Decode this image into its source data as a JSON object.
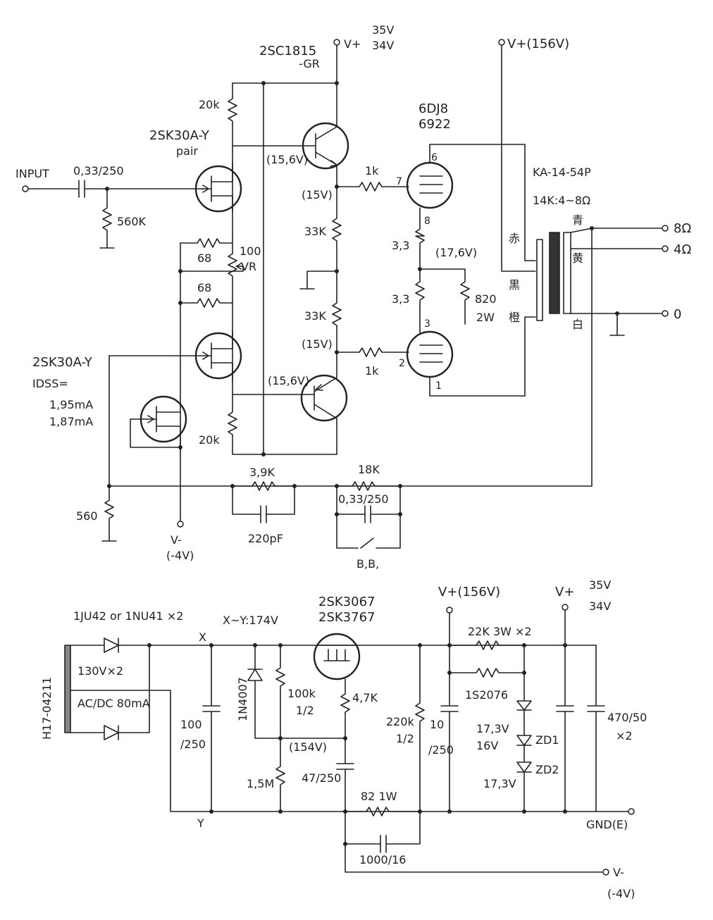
{
  "labels": {
    "q_2sc1815": "2SC1815",
    "q_2sc1815_sub": "-GR",
    "vplus_top": "V+",
    "v35": "35V",
    "v34": "34V",
    "vplus_156": "V+(156V)",
    "tube_6dj8": "6DJ8",
    "tube_6922": "6922",
    "jfet_pair": "2SK30A-Y",
    "jfet_pair_sub": "pair",
    "input": "INPUT",
    "c_input": "0,33/250",
    "r_560k": "560K",
    "r_20k_top": "20k",
    "r_20k_bot": "20k",
    "r_68_a": "68",
    "r_68_b": "68",
    "vr": "100",
    "vr_sub": "VR",
    "v_15_6_top": "(15,6V)",
    "v_15_top": "(15V)",
    "r_1k_top": "1k",
    "r_1k_bot": "1k",
    "r_33k_top": "33K",
    "r_33k_bot": "33K",
    "v_15_bot": "(15V)",
    "v_15_6_bot": "(15,6V)",
    "pin6": "6",
    "pin7": "7",
    "pin8": "8",
    "pin3": "3",
    "pin2": "2",
    "pin1": "1",
    "r_33_a": "3,3",
    "r_33_b": "3,3",
    "v_17_6": "(17,6V)",
    "r_820": "820",
    "r_820_sub": "2W",
    "xfmr": "KA-14-54P",
    "xfmr_imp": "14K:4~8Ω",
    "wire_aka": "赤",
    "wire_kuro": "黒",
    "wire_dai": "橙",
    "wire_ao": "青",
    "wire_ki": "黄",
    "wire_shiro": "白",
    "out_8": "8Ω",
    "out_4": "4Ω",
    "out_0": "0",
    "jfet_cs": "2SK30A-Y",
    "idss": "IDSS=",
    "idss1": "1,95mA",
    "idss2": "1,87mA",
    "r_560": "560",
    "vminus_top": "V-",
    "vminus_top_val": "(-4V)",
    "r_3_9k": "3,9K",
    "c_220p": "220pF",
    "r_18k": "18K",
    "c_033_250": "0,33/250",
    "bb": "B,B,",
    "diodes": "1JU42 or 1NU41 ×2",
    "xy": "X~Y:174V",
    "mos1": "2SK3067",
    "mos2": "2SK3767",
    "x": "X",
    "y": "Y",
    "xfmr_pwr": "H17-04211",
    "xfmr_pwr_v": "130V×2",
    "xfmr_pwr_i": "AC/DC 80mA",
    "d_1n4007": "1N4007",
    "r_100k": "100k",
    "r_100k_sub": "1/2",
    "r_4_7k": "4,7K",
    "v_154": "(154V)",
    "c_100_250": "100",
    "c_100_250b": "/250",
    "r_1_5m": "1,5M",
    "c_47_250": "47/250",
    "r_82": "82 1W",
    "c_1000_16": "1000/16",
    "r_220k": "220k",
    "r_220k_sub": "1/2",
    "c_10_250": "10",
    "c_10_250b": "/250",
    "vplus_156_b": "V+(156V)",
    "r_22k": "22K 3W ×2",
    "d_1s2076": "1S2076",
    "zd_v1": "17,3V",
    "zd_v2": "16V",
    "zd1": "ZD1",
    "zd2": "ZD2",
    "zd2_v": "17,3V",
    "vplus_b": "V+",
    "v35b": "35V",
    "v34b": "34V",
    "c_470_50": "470/50",
    "c_470_50x": "×2",
    "gnd": "GND(E)",
    "vminus_b": "V-",
    "vminus_b_val": "(-4V)"
  }
}
